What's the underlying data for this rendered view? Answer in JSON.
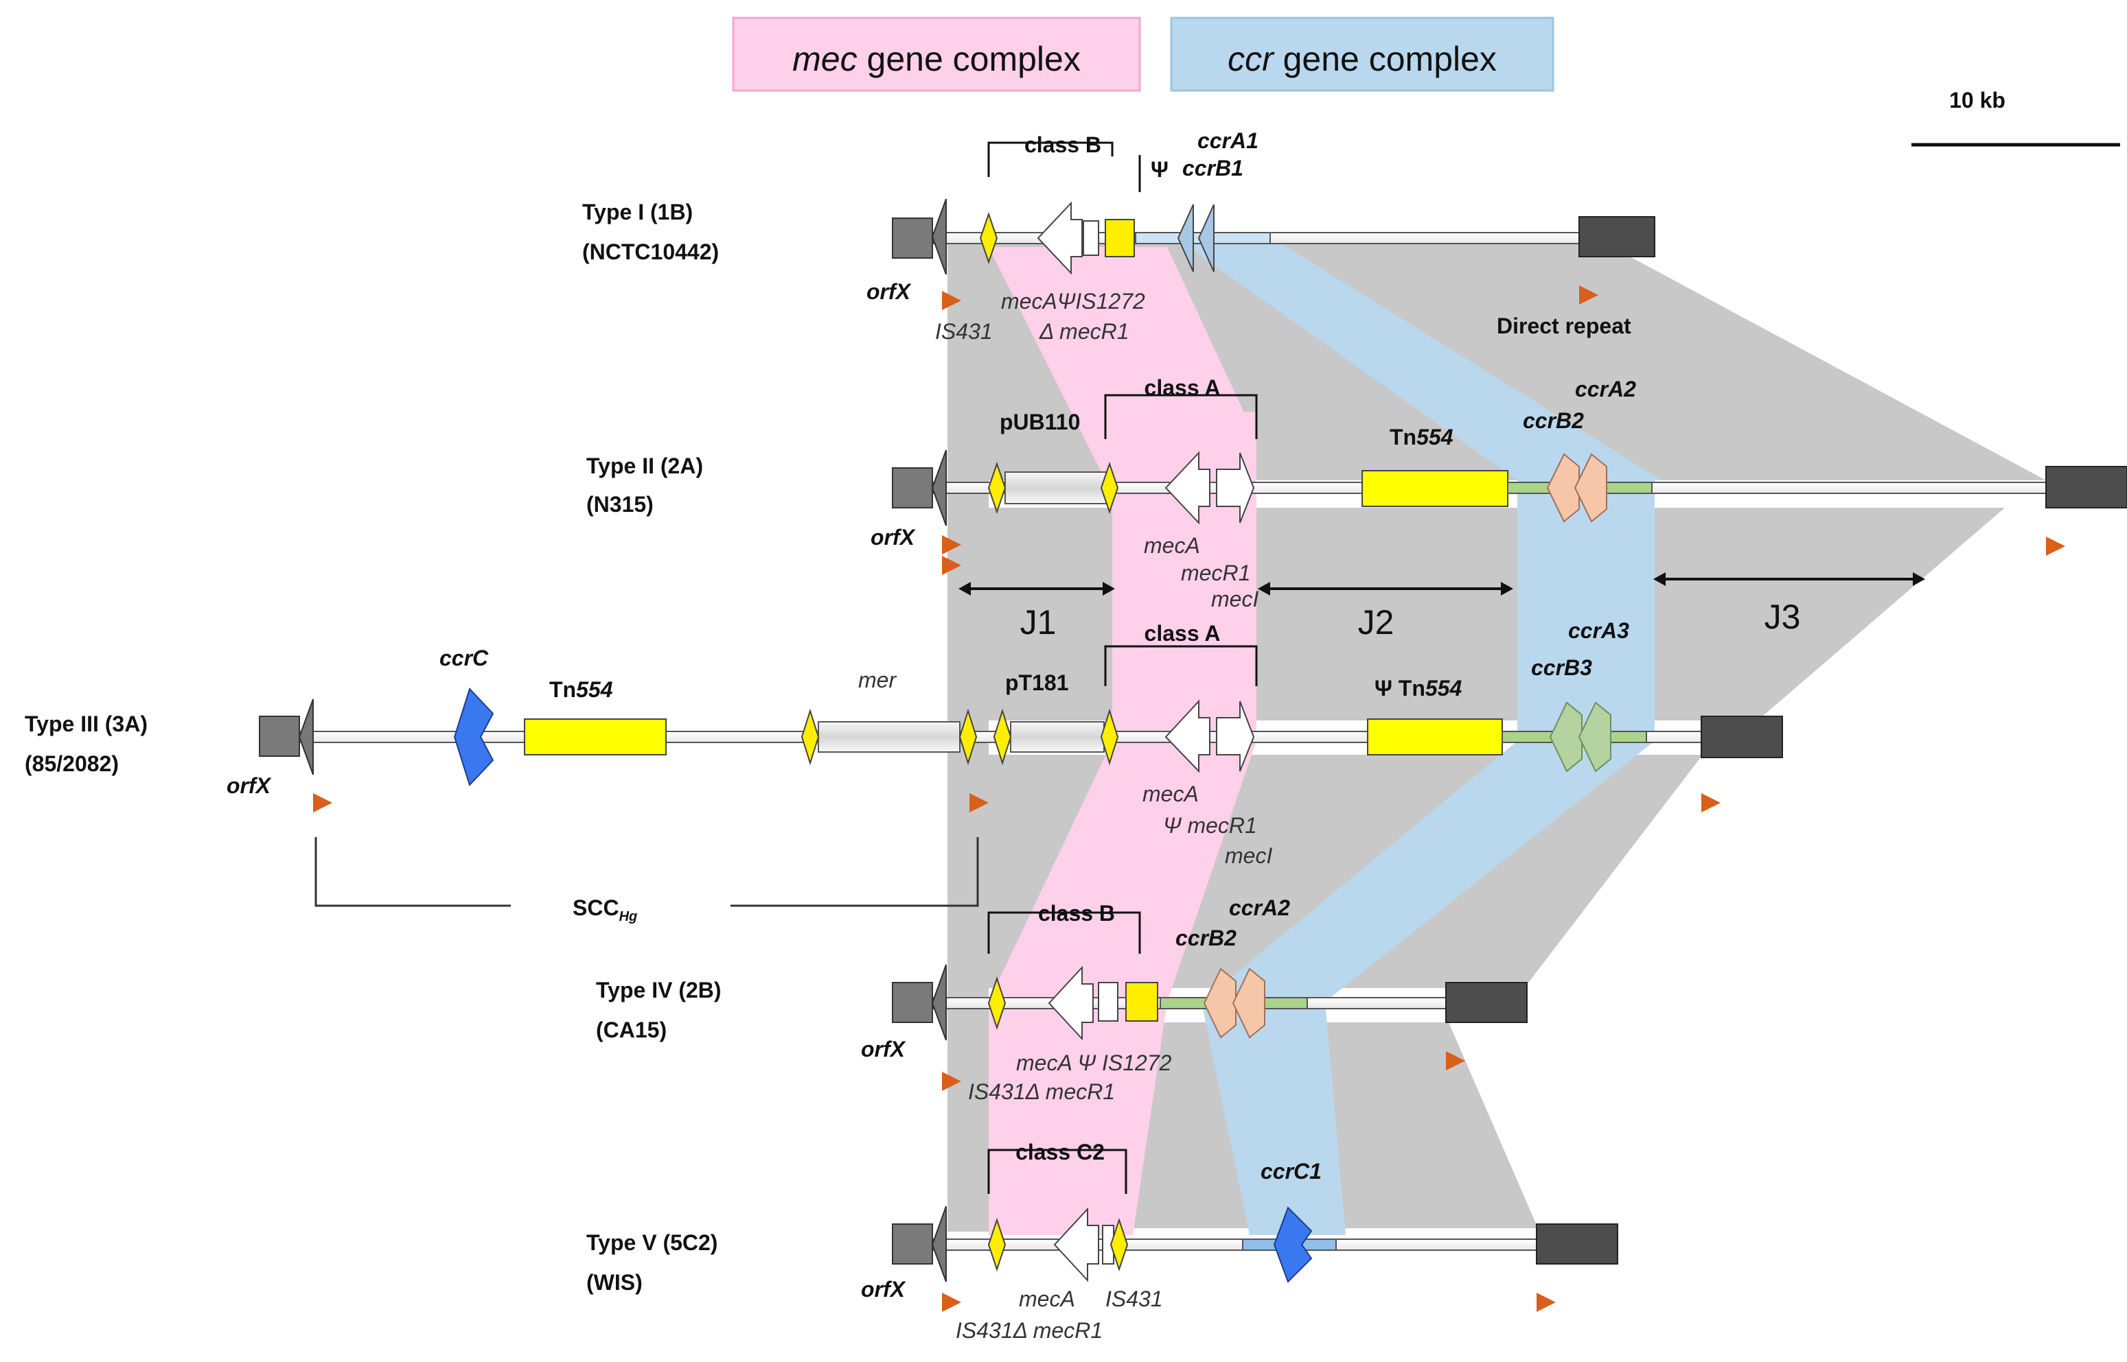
{
  "legend": {
    "mec": {
      "italic": "mec",
      "rest": " gene complex",
      "color": "#ffd0ea"
    },
    "ccr": {
      "italic": "ccr",
      "rest": " gene complex",
      "color": "#b9d8ee"
    }
  },
  "scale_bar": {
    "label": "10 kb"
  },
  "colors": {
    "gray_band": "#c8c8c8",
    "end_box": "#4d4d4d",
    "orfx": "#7a7a7a",
    "is_element": "#ffee00",
    "transposon": "#ffff00",
    "ccr_type2": "#f5c7a8",
    "ccr_type3": "#b5d3a0",
    "ccr_c": "#3a78f0",
    "direct_repeat": "#d9601a"
  },
  "types": [
    {
      "name": "Type I (1B)",
      "strain": "(NCTC10442)"
    },
    {
      "name": "Type II (2A)",
      "strain": "(N315)"
    },
    {
      "name": "Type III (3A)",
      "strain": "(85/2082)"
    },
    {
      "name": "Type IV (2B)",
      "strain": "(CA15)"
    },
    {
      "name": "Type V (5C2)",
      "strain": "(WIS)"
    }
  ],
  "labels": {
    "orfx": "orfX",
    "direct_repeat": "Direct repeat",
    "class_a": "class A",
    "class_b": "class B",
    "class_c2": "class C2",
    "psi": "Ψ",
    "ccrA1": "ccrA1",
    "ccrB1": "ccrB1",
    "ccrA2": "ccrA2",
    "ccrB2": "ccrB2",
    "ccrA3": "ccrA3",
    "ccrB3": "ccrB3",
    "ccrC": "ccrC",
    "ccrC1": "ccrC1",
    "mecA": "mecA",
    "mecR1": "mecR1",
    "mecI": "mecI",
    "psi_mecR1": "Ψ mecR1",
    "mecA_psi_is1272": "mecAΨIS1272",
    "mecA_psi_is1272_b": "mecA Ψ IS1272",
    "is431": "IS431",
    "is431_delta_mecR1": "IS431Δ mecR1",
    "delta_mecR1": "Δ mecR1",
    "pUB110": "pUB110",
    "pT181": "pT181",
    "mer": "mer",
    "tn554": "Tn554",
    "psi_tn554": "Ψ Tn554",
    "scc_hg_main": "SCC",
    "scc_hg_sub": "Hg",
    "j1": "J1",
    "j2": "J2",
    "j3": "J3"
  }
}
